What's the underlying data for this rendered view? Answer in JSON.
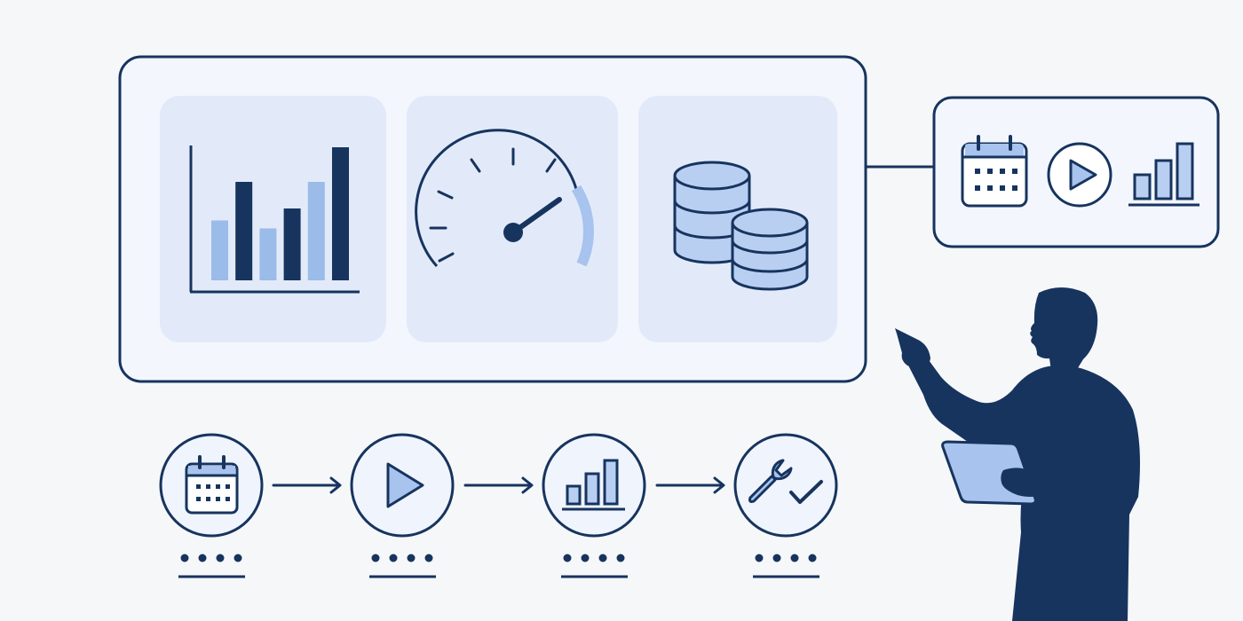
{
  "colors": {
    "background": "#f6f7f9",
    "panel_fill": "#f3f6fd",
    "tile_fill": "#e2eaf9",
    "navy": "#17345f",
    "light_blue": "#a7c3ee",
    "mid_blue": "#9bbbe9",
    "white": "#ffffff"
  },
  "main_panel": {
    "tiles": [
      {
        "icon": "bar-chart-icon",
        "bar_levels": [
          0.45,
          0.74,
          0.39,
          0.54,
          0.74,
          1.0
        ],
        "bar_tones": [
          "light",
          "dark",
          "light",
          "dark",
          "light",
          "dark"
        ]
      },
      {
        "icon": "speedometer-gauge-icon",
        "needle_level": 0.78
      },
      {
        "icon": "database-stack-icon"
      }
    ]
  },
  "side_panel": {
    "icons": [
      "calendar-icon",
      "play-button-icon",
      "bar-chart-icon"
    ]
  },
  "workflow": {
    "steps": [
      {
        "icon": "calendar-icon",
        "dots": 4
      },
      {
        "icon": "play-button-icon",
        "dots": 4
      },
      {
        "icon": "bar-chart-icon",
        "dots": 4
      },
      {
        "icon": "wrench-check-icon",
        "dots": 4
      }
    ],
    "connectors": [
      "arrow-right-icon",
      "arrow-right-icon",
      "arrow-right-icon"
    ]
  },
  "presenter": {
    "figure": "person-silhouette",
    "holding": "tablet-icon",
    "gesture": "pointing"
  }
}
